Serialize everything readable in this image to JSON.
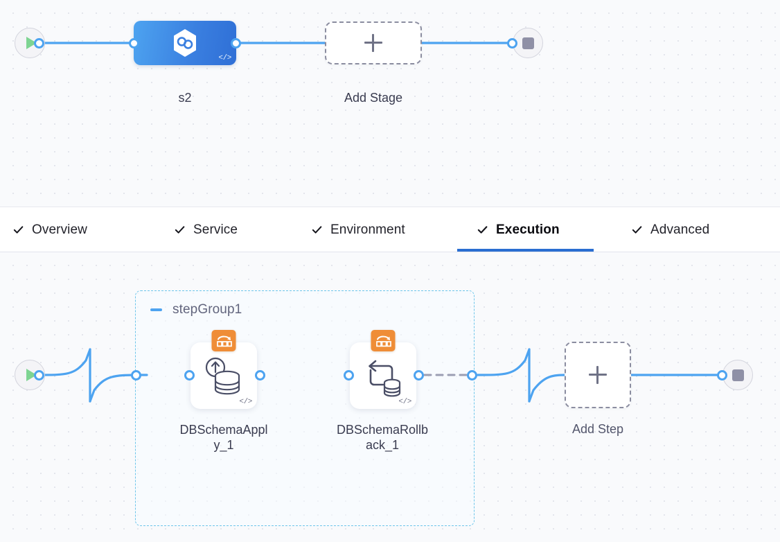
{
  "app": {
    "name": "pipeline-studio-canvas"
  },
  "stage_canvas": {
    "start_node": {
      "icon": "play-icon",
      "label": ""
    },
    "end_node": {
      "icon": "stop-icon",
      "label": ""
    },
    "stages": [
      {
        "name": "s2",
        "icon": "harness-cd-hexagon-icon",
        "code_icon": "code-brackets-icon",
        "type": "deployment"
      }
    ],
    "add_stage": {
      "label": "Add Stage",
      "icon": "plus-icon"
    }
  },
  "tabs": {
    "items": [
      {
        "label": "Overview",
        "icon": "check-icon",
        "active": false
      },
      {
        "label": "Service",
        "icon": "check-icon",
        "active": false
      },
      {
        "label": "Environment",
        "icon": "check-icon",
        "active": false
      },
      {
        "label": "Execution",
        "icon": "check-icon",
        "active": true
      },
      {
        "label": "Advanced",
        "icon": "check-icon",
        "active": false
      }
    ],
    "active_accent": "#2a6ed1"
  },
  "execution_canvas": {
    "start_node": {
      "icon": "play-icon"
    },
    "end_node": {
      "icon": "stop-icon"
    },
    "step_group": {
      "title": "stepGroup1",
      "collapse_icon": "minus-icon",
      "border_color": "#6cc5ea",
      "steps": [
        {
          "label": "DBSchemaApply_1",
          "label_line1": "DBSchemaAppl",
          "label_line2": "y_1",
          "badge_icon": "db-migration-badge-icon",
          "badge_color": "#ef8d37",
          "glyph_icon": "database-apply-up-arrow-icon",
          "code_icon": "code-brackets-icon"
        },
        {
          "label": "DBSchemaRollback_1",
          "label_line1": "DBSchemaRollb",
          "label_line2": "ack_1",
          "badge_icon": "db-migration-badge-icon",
          "badge_color": "#ef8d37",
          "glyph_icon": "database-rollback-arrow-icon",
          "code_icon": "code-brackets-icon"
        }
      ]
    },
    "add_step": {
      "label": "Add Step",
      "icon": "plus-icon"
    }
  },
  "colors": {
    "connector_blue": "#4da3f0",
    "node_blue": "#3a7fe0",
    "badge_orange": "#ef8d37",
    "group_cyan": "#6cc5ea",
    "canvas_bg": "#f9fafc",
    "dot_grid": "#e3e5ec"
  }
}
